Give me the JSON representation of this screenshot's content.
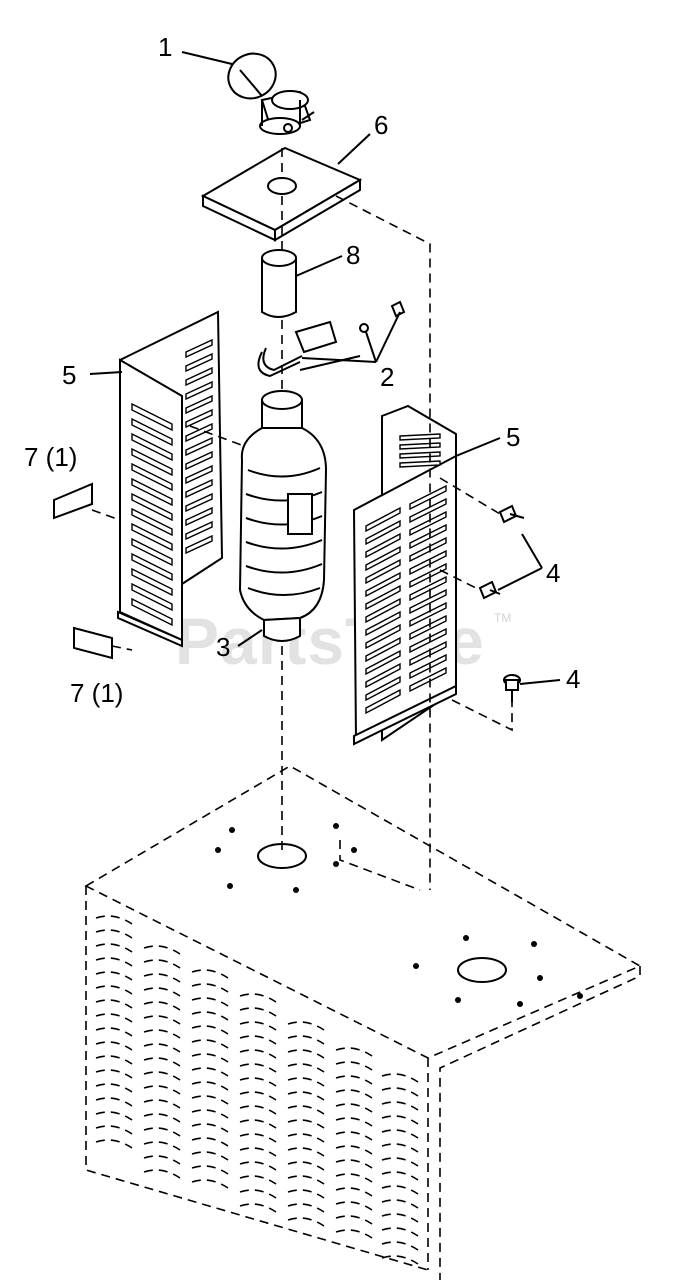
{
  "diagram": {
    "watermark": "PartsTree",
    "watermark_tm": "TM",
    "callouts": [
      {
        "id": "1",
        "label": "1"
      },
      {
        "id": "6",
        "label": "6"
      },
      {
        "id": "8",
        "label": "8"
      },
      {
        "id": "2",
        "label": "2"
      },
      {
        "id": "5-left",
        "label": "5"
      },
      {
        "id": "5-right",
        "label": "5"
      },
      {
        "id": "7-top",
        "label": "7 (1)"
      },
      {
        "id": "7-bottom",
        "label": "7 (1)"
      },
      {
        "id": "4-upper",
        "label": "4"
      },
      {
        "id": "4-lower",
        "label": "4"
      },
      {
        "id": "3",
        "label": "3"
      }
    ]
  }
}
